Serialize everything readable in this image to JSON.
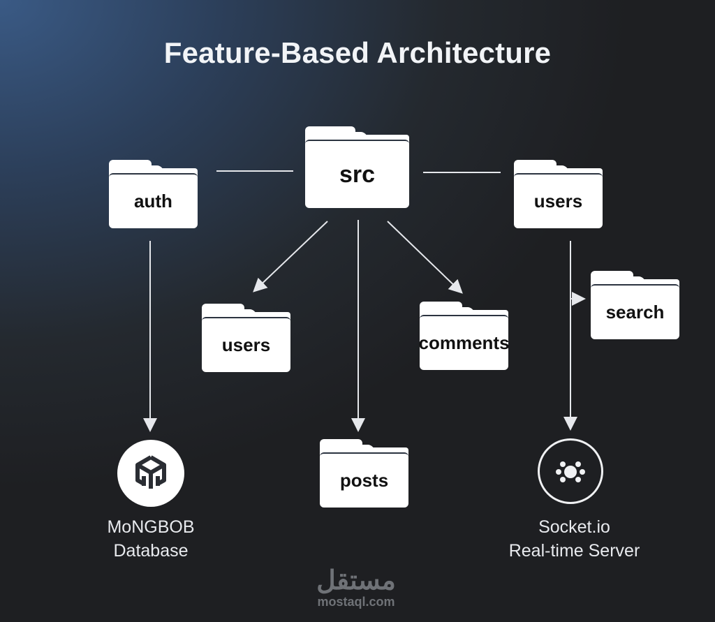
{
  "title": "Feature-Based Architecture",
  "nodes": {
    "src": {
      "label": "src"
    },
    "auth": {
      "label": "auth"
    },
    "users_top": {
      "label": "users"
    },
    "users_mid": {
      "label": "users"
    },
    "comments": {
      "label": "comments"
    },
    "search": {
      "label": "search"
    },
    "posts": {
      "label": "posts"
    },
    "database": {
      "icon": "mongodb-cube-icon",
      "line1": "MoNGBOB",
      "line2": "Database"
    },
    "socket": {
      "icon": "socketio-icon",
      "line1": "Socket.io",
      "line2": "Real-time Server"
    }
  },
  "edges": [
    {
      "from": "auth",
      "to": "src",
      "arrow": false
    },
    {
      "from": "src",
      "to": "users_top",
      "arrow": false
    },
    {
      "from": "src",
      "to": "users_mid",
      "arrow": true
    },
    {
      "from": "src",
      "to": "posts",
      "arrow": true
    },
    {
      "from": "src",
      "to": "comments",
      "arrow": true
    },
    {
      "from": "auth",
      "to": "database",
      "arrow": true
    },
    {
      "from": "users_top",
      "to": "socket",
      "arrow": true
    },
    {
      "from": "users_top",
      "to": "search",
      "arrow": true
    }
  ],
  "colors": {
    "line": "#e6e8ec",
    "folder": "#ffffff",
    "text_dark": "#111111",
    "text_light": "#e8eaee"
  },
  "watermark": {
    "arabic": "مستقل",
    "domain": "mostaql.com"
  }
}
